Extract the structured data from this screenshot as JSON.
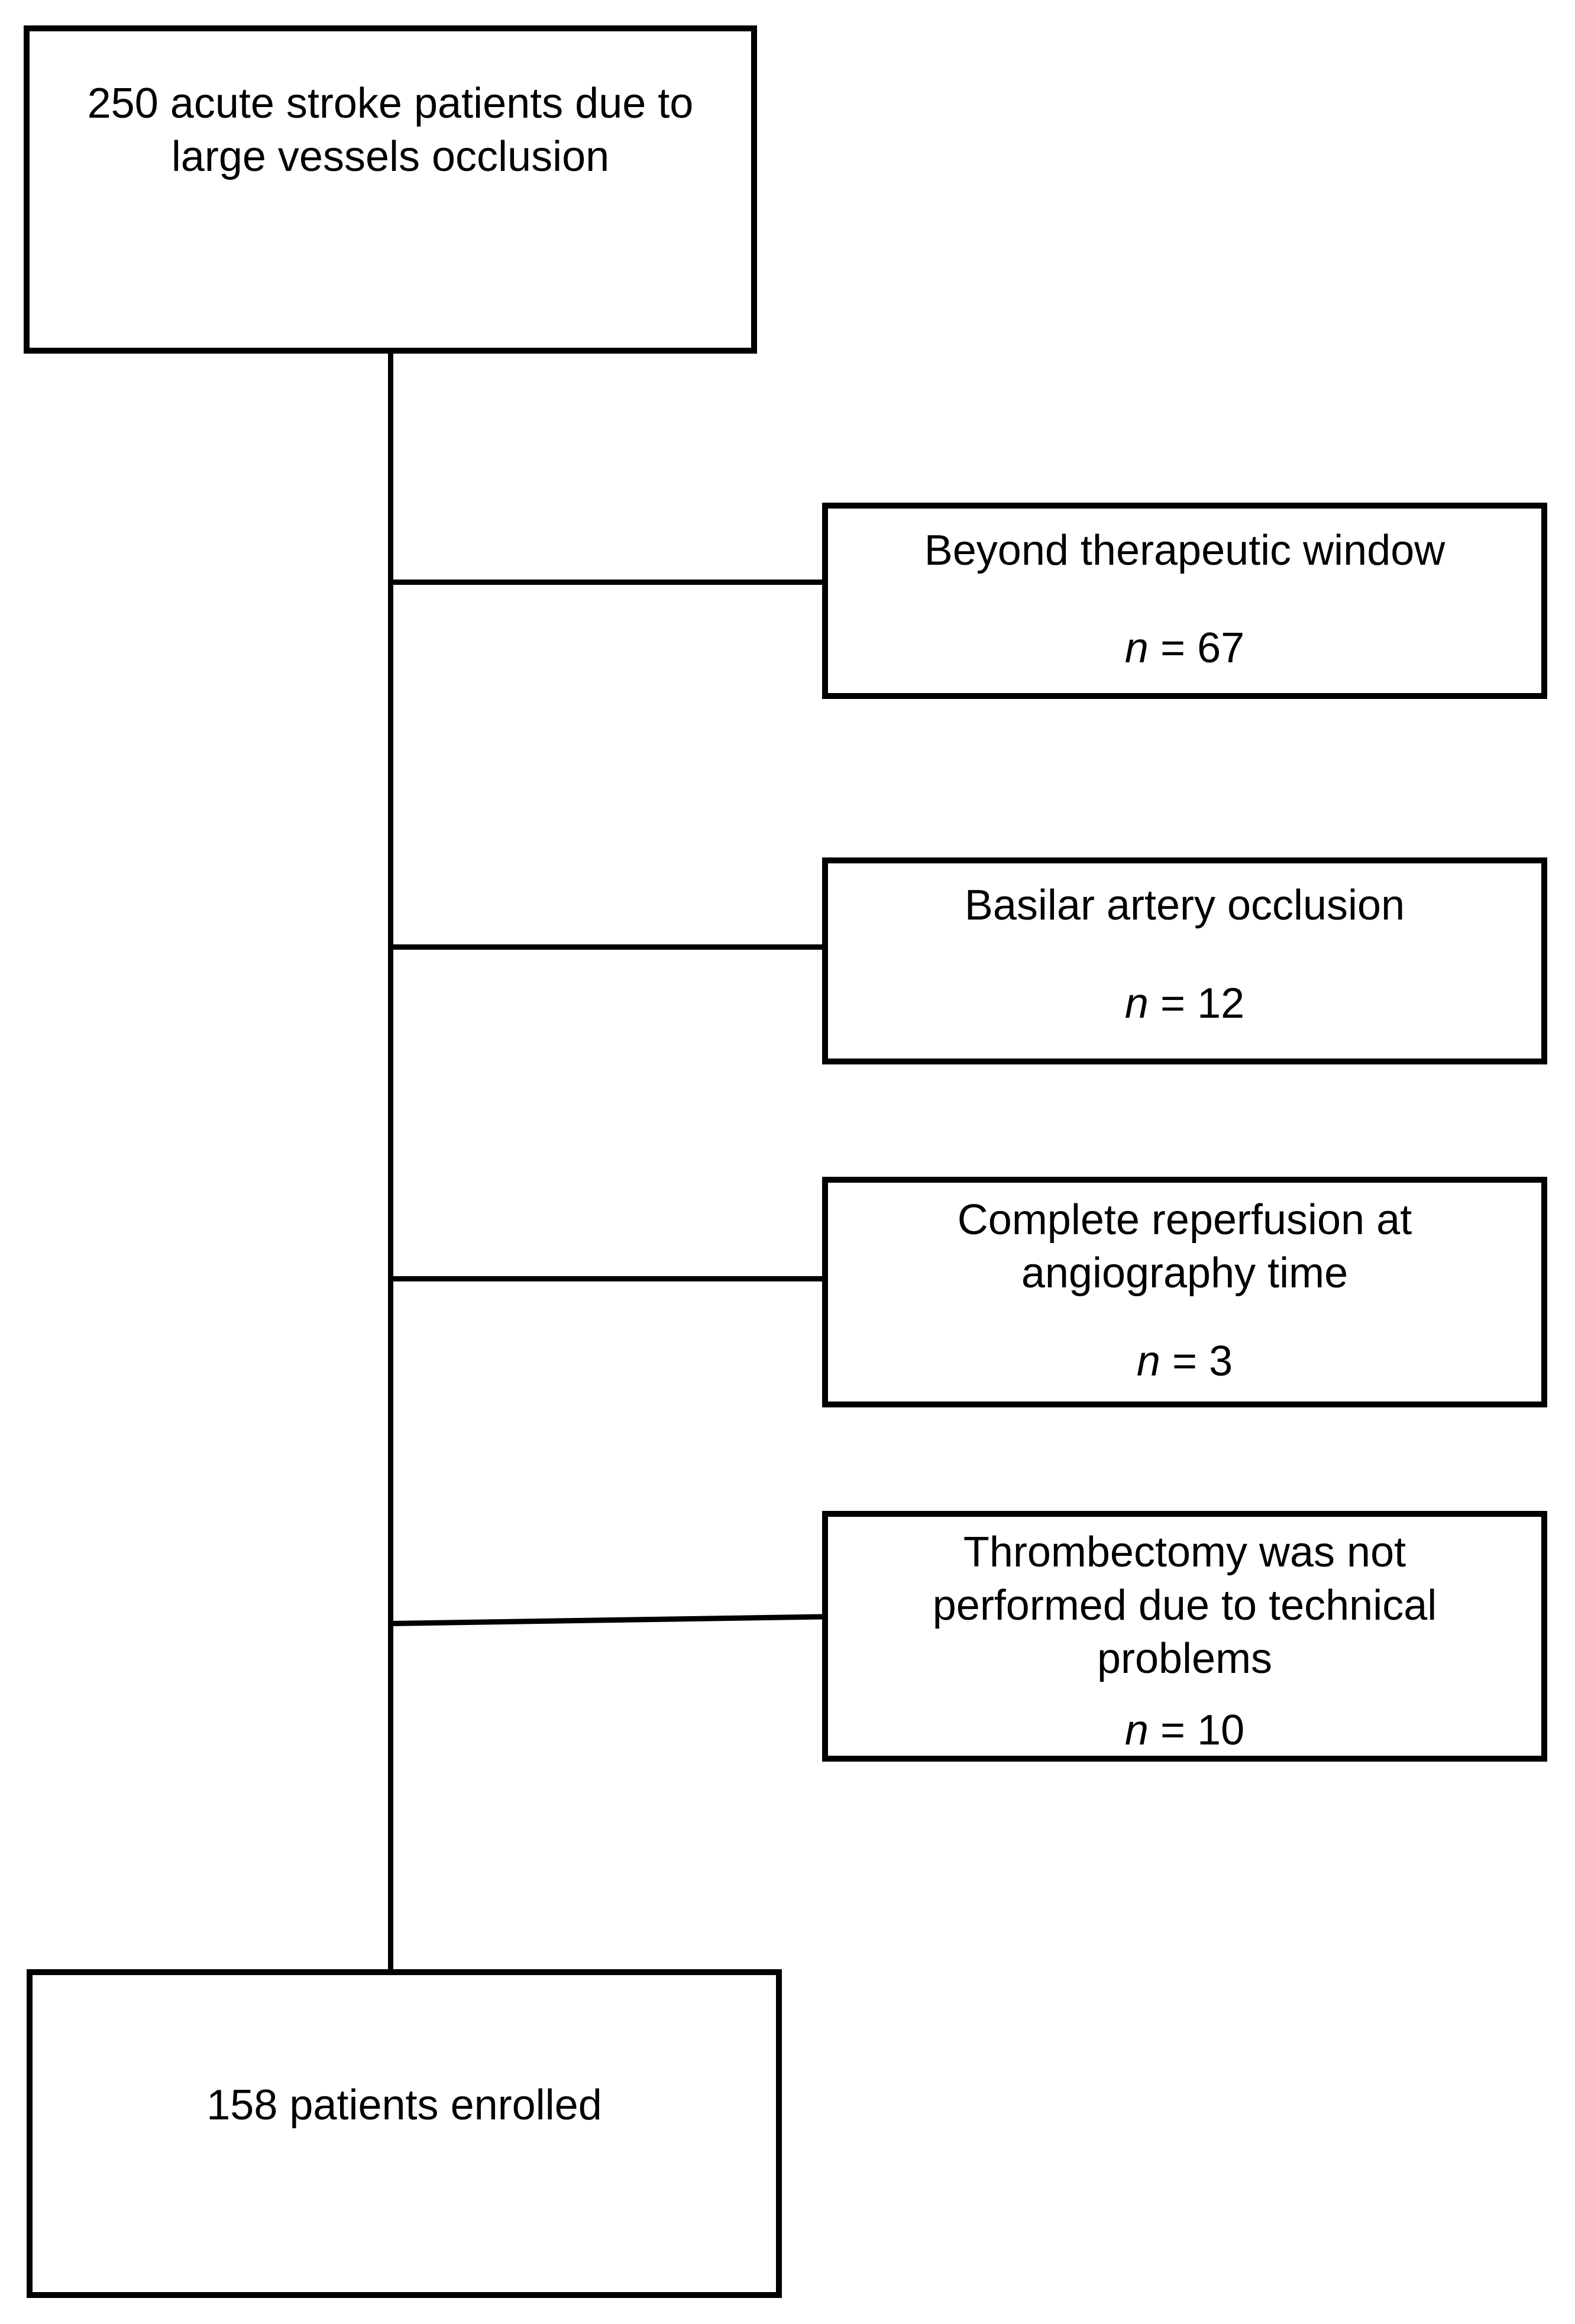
{
  "figure": {
    "background_color": "#ffffff",
    "line_color": "#000000",
    "text_color": "#000000",
    "start_box": {
      "lines": [
        "250 acute stroke patients due to",
        "large vessels occlusion"
      ]
    },
    "exclusions": [
      {
        "label_lines": [
          "Beyond therapeutic window"
        ],
        "n_symbol": "n",
        "n_eq": "= 67",
        "n_value": 67
      },
      {
        "label_lines": [
          "Basilar artery occlusion"
        ],
        "n_symbol": "n",
        "n_eq": "= 12",
        "n_value": 12
      },
      {
        "label_lines": [
          "Complete reperfusion at",
          "angiography time"
        ],
        "n_symbol": "n",
        "n_eq": "= 3",
        "n_value": 3
      },
      {
        "label_lines": [
          "Thrombectomy was not",
          "performed due to technical",
          "problems"
        ],
        "n_symbol": "n",
        "n_eq": "= 10",
        "n_value": 10
      }
    ],
    "end_box": {
      "lines": [
        "158 patients enrolled"
      ]
    }
  }
}
